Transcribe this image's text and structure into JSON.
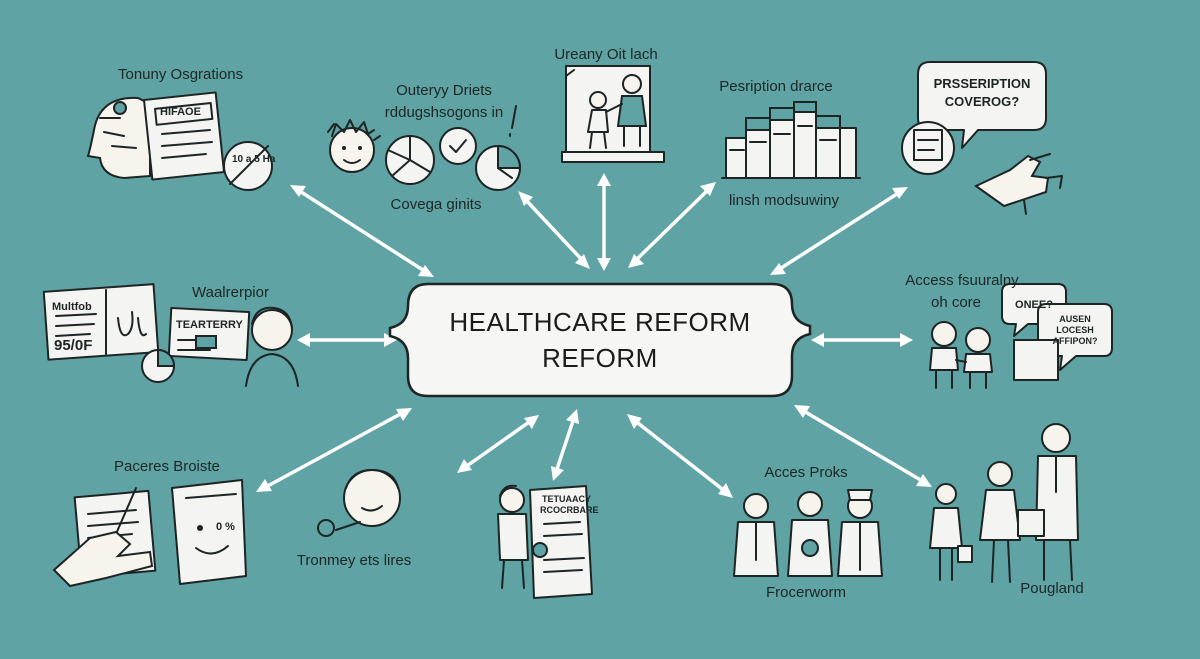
{
  "center": {
    "line1": "HEALTHCARE REFORM",
    "line2": "REFORM"
  },
  "nodes": {
    "top_left": {
      "label": "Tonuny Osgrations",
      "doc_text": "HIFAOE",
      "clock_text": "10 a\n5 Ha"
    },
    "top_center_left": {
      "label_line1": "Outeryy Driets",
      "label_line2": "rddugshsogons in",
      "caption": "Covega ginits"
    },
    "top_center": {
      "label": "Ureany Oit lach"
    },
    "top_center_right": {
      "label": "Pesription drarce",
      "caption": "linsh modsuwiny"
    },
    "top_right": {
      "bubble_line1": "PRSSERIPTION",
      "bubble_line2": "COVEROG?"
    },
    "mid_left": {
      "label": "Waalrerpior",
      "doc_text": "Multfob",
      "card_text": "TEARTERRY",
      "price_text": "95/0F"
    },
    "mid_right": {
      "label_line1": "Access fsuuralny",
      "label_line2": "oh core",
      "bubble1": "ONEE?",
      "bubble2_line1": "AUSEN",
      "bubble2_line2": "LOCESH",
      "bubble2_line3": "AFFIPON?"
    },
    "bottom_left": {
      "label": "Paceres Broiste",
      "doc_text": "0 %"
    },
    "bottom_center_left": {
      "caption": "Tronmey ets lires"
    },
    "bottom_center": {
      "doc_line1": "TETUAACY",
      "doc_line2": "RCOCRBARE"
    },
    "bottom_center_right": {
      "label": "Acces Proks",
      "caption": "Frocerworm"
    },
    "bottom_right": {
      "caption": "Pougland"
    }
  }
}
